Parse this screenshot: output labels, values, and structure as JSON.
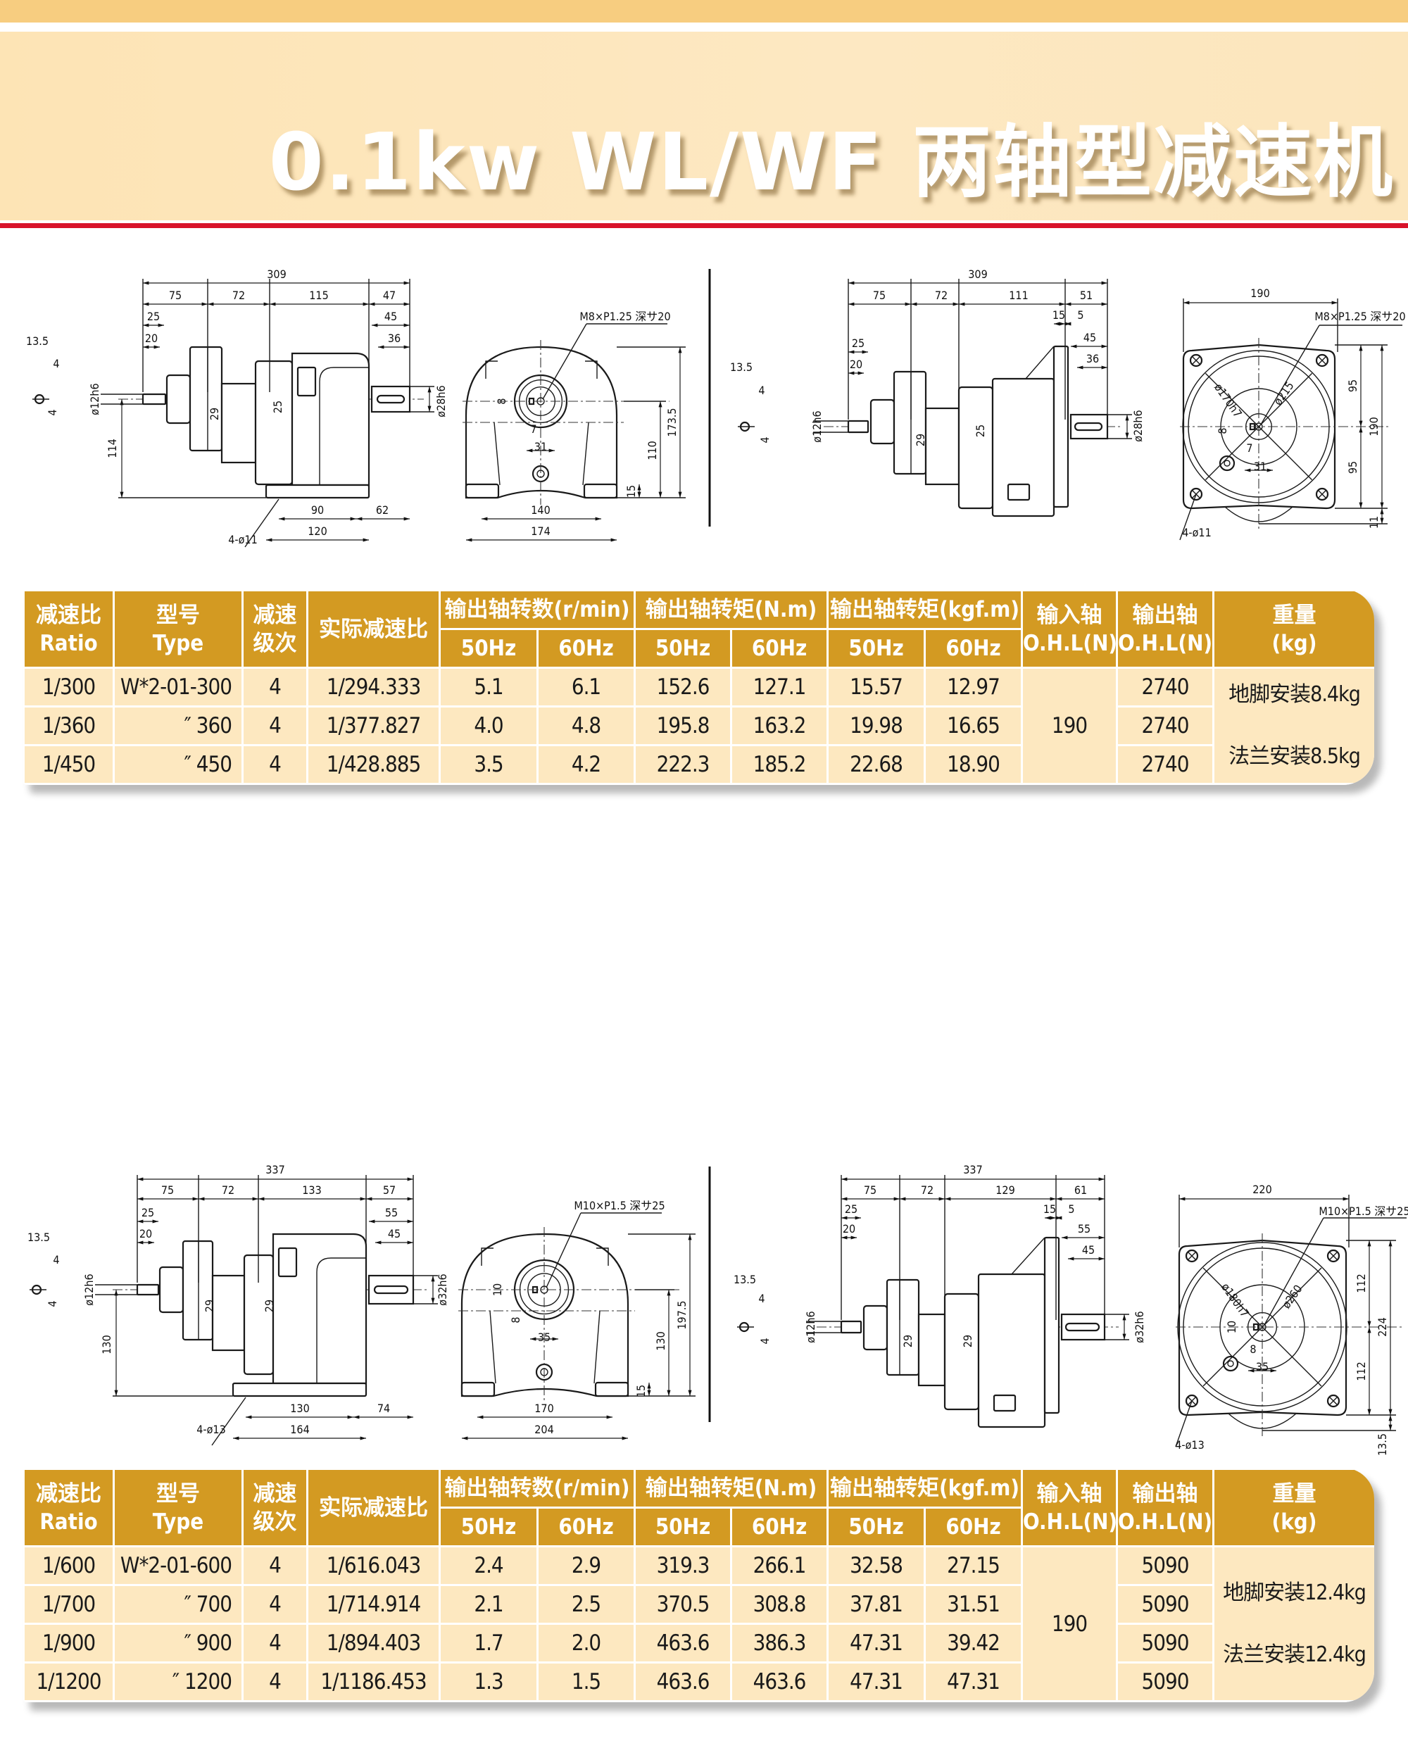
{
  "header": {
    "title": "0.1kw WL/WF 两轴型减速机"
  },
  "colors": {
    "band": "#f7cd80",
    "banner": "#fde8c2",
    "rule": "#d8132a",
    "table_header": "#d39a22",
    "table_cell": "#fde8c0"
  },
  "table_headers": {
    "ratio": "减速比",
    "ratio_en": "Ratio",
    "type": "型号",
    "type_en": "Type",
    "stages_1": "减速",
    "stages_2": "级次",
    "actual": "实际减速比",
    "rpm": "输出轴转数(r/min)",
    "torque_nm": "输出轴转矩(N.m)",
    "torque_kgf": "输出轴转矩(kgf.m)",
    "in_ohl_1": "输入轴",
    "in_ohl_2": "O.H.L(N)",
    "out_ohl_1": "输出轴",
    "out_ohl_2": "O.H.L(N)",
    "weight_1": "重量",
    "weight_2": "(kg)",
    "hz50": "50Hz",
    "hz60": "60Hz"
  },
  "tables": [
    {
      "input_ohl": "190",
      "weight_notes": [
        "地脚安装8.4kg",
        "法兰安装8.5kg"
      ],
      "rows": [
        {
          "ratio": "1/300",
          "type": "W*2-01-300",
          "stages": "4",
          "actual": "1/294.333",
          "rpm50": "5.1",
          "rpm60": "6.1",
          "nm50": "152.6",
          "nm60": "127.1",
          "kgf50": "15.57",
          "kgf60": "12.97",
          "out_ohl": "2740"
        },
        {
          "ratio": "1/360",
          "type": "″  360",
          "stages": "4",
          "actual": "1/377.827",
          "rpm50": "4.0",
          "rpm60": "4.8",
          "nm50": "195.8",
          "nm60": "163.2",
          "kgf50": "19.98",
          "kgf60": "16.65",
          "out_ohl": "2740"
        },
        {
          "ratio": "1/450",
          "type": "″  450",
          "stages": "4",
          "actual": "1/428.885",
          "rpm50": "3.5",
          "rpm60": "4.2",
          "nm50": "222.3",
          "nm60": "185.2",
          "kgf50": "22.68",
          "kgf60": "18.90",
          "out_ohl": "2740"
        }
      ]
    },
    {
      "input_ohl": "190",
      "weight_notes": [
        "地脚安装12.4kg",
        "法兰安装12.4kg"
      ],
      "rows": [
        {
          "ratio": "1/600",
          "type": "W*2-01-600",
          "stages": "4",
          "actual": "1/616.043",
          "rpm50": "2.4",
          "rpm60": "2.9",
          "nm50": "319.3",
          "nm60": "266.1",
          "kgf50": "32.58",
          "kgf60": "27.15",
          "out_ohl": "5090"
        },
        {
          "ratio": "1/700",
          "type": "″  700",
          "stages": "4",
          "actual": "1/714.914",
          "rpm50": "2.1",
          "rpm60": "2.5",
          "nm50": "370.5",
          "nm60": "308.8",
          "kgf50": "37.81",
          "kgf60": "31.51",
          "out_ohl": "5090"
        },
        {
          "ratio": "1/900",
          "type": "″  900",
          "stages": "4",
          "actual": "1/894.403",
          "rpm50": "1.7",
          "rpm60": "2.0",
          "nm50": "463.6",
          "nm60": "386.3",
          "kgf50": "47.31",
          "kgf60": "39.42",
          "out_ohl": "5090"
        },
        {
          "ratio": "1/1200",
          "type": "″  1200",
          "stages": "4",
          "actual": "1/1186.453",
          "rpm50": "1.3",
          "rpm60": "1.5",
          "nm50": "463.6",
          "nm60": "463.6",
          "kgf50": "47.31",
          "kgf60": "47.31",
          "out_ohl": "5090"
        }
      ]
    }
  ],
  "drawings": {
    "top_side_foot": [
      "309",
      "75",
      "72",
      "115",
      "47",
      "25",
      "20",
      "45",
      "36",
      "13.5",
      "4",
      "4",
      "ø12h6",
      "29",
      "25",
      "ø28h6",
      "114",
      "90",
      "62",
      "120",
      "4-ø11"
    ],
    "top_front_foot": [
      "M8×P1.25 深サ20",
      "173.5",
      "110",
      "15",
      "8",
      "7",
      "31",
      "140",
      "174"
    ],
    "top_side_flange": [
      "309",
      "75",
      "72",
      "111",
      "51",
      "15",
      "5",
      "45",
      "36",
      "25",
      "20",
      "13.5",
      "4",
      "4",
      "ø12h6",
      "29",
      "25",
      "ø28h6"
    ],
    "top_front_flange": [
      "190",
      "M8×P1.25 深サ20",
      "ø170h7",
      "ø215",
      "95",
      "190",
      "95",
      "8",
      "7",
      "31",
      "4-ø11",
      "11"
    ],
    "bottom_side_foot": [
      "337",
      "75",
      "72",
      "133",
      "57",
      "25",
      "20",
      "55",
      "45",
      "13.5",
      "4",
      "4",
      "ø12h6",
      "29",
      "29",
      "ø32h6",
      "130",
      "130",
      "74",
      "164",
      "4-ø13"
    ],
    "bottom_front_foot": [
      "M10×P1.5 深サ25",
      "197.5",
      "130",
      "15",
      "10",
      "8",
      "35",
      "170",
      "204"
    ],
    "bottom_side_flange": [
      "337",
      "75",
      "72",
      "129",
      "61",
      "15",
      "5",
      "55",
      "45",
      "25",
      "20",
      "13.5",
      "4",
      "4",
      "ø12h6",
      "29",
      "29",
      "ø32h6"
    ],
    "bottom_front_flange": [
      "220",
      "M10×P1.5 深サ25",
      "ø180h7",
      "ø260",
      "112",
      "224",
      "112",
      "10",
      "8",
      "35",
      "4-ø13",
      "13.5"
    ]
  }
}
